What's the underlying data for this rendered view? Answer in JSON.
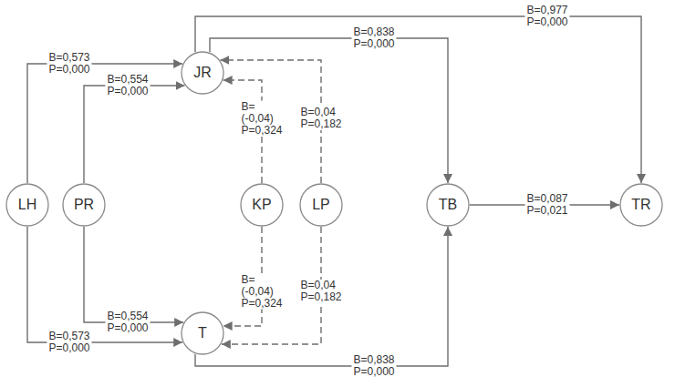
{
  "diagram": {
    "nodes": [
      {
        "text": [
          "JR"
        ]
      },
      {
        "text": [
          "LH"
        ]
      },
      {
        "text": [
          "PR"
        ]
      },
      {
        "text": [
          "KP"
        ]
      },
      {
        "text": [
          "LP"
        ]
      },
      {
        "text": [
          "TB"
        ]
      },
      {
        "text": [
          "TR"
        ]
      },
      {
        "text": [
          "T"
        ]
      }
    ],
    "edges": [
      {
        "from": 1,
        "to": 0,
        "arrow": "to",
        "label": "B=0,573 P=0,000"
      },
      {
        "from": 2,
        "to": 0,
        "arrow": "to",
        "label": "B=0,554 P=0,000"
      },
      {
        "from": 3,
        "to": 0,
        "arrow": "to",
        "label": "B=(-0,04) P=0,324"
      },
      {
        "from": 4,
        "to": 0,
        "arrow": "to",
        "label": "B=0,04 P=0,182"
      },
      {
        "from": 0,
        "to": 5,
        "arrow": "to",
        "label": "B=0,838 P=0,000"
      },
      {
        "from": 0,
        "to": 6,
        "arrow": "to",
        "label": "B=0,977 P=0,000"
      },
      {
        "from": 5,
        "to": 6,
        "arrow": "to",
        "label": "B=0,087 P=0,021"
      },
      {
        "from": 1,
        "to": 7,
        "arrow": "to",
        "label": "B=0,573 P=0,000"
      },
      {
        "from": 2,
        "to": 7,
        "arrow": "to",
        "label": "B=0,554 P=0,000"
      },
      {
        "from": 3,
        "to": 7,
        "arrow": "to",
        "label": "B=(-0,04) P=0,324"
      },
      {
        "from": 4,
        "to": 7,
        "arrow": "to",
        "label": "B=0,04 P=0,182"
      },
      {
        "from": 7,
        "to": 5,
        "arrow": "to",
        "label": "B=0,838 P=0,000"
      }
    ]
  }
}
